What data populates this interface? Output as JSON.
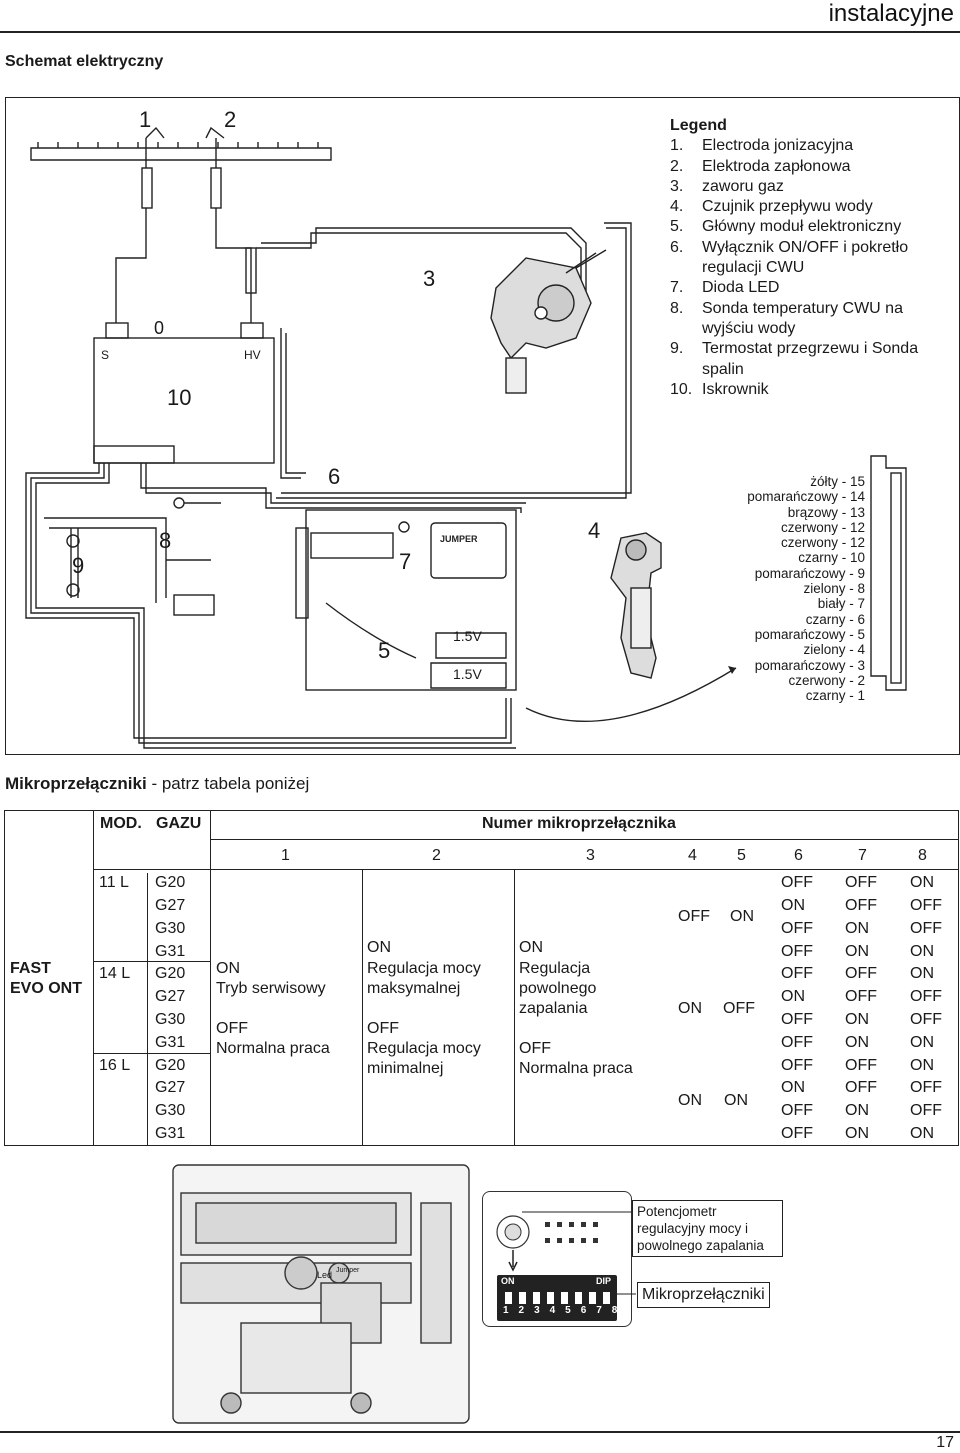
{
  "header": {
    "title": "instalacyjne",
    "page_number": "17"
  },
  "section1": {
    "title": "Schemat elektryczny"
  },
  "diagram": {
    "numbers": [
      "1",
      "2",
      "3",
      "4",
      "5",
      "6",
      "7",
      "8",
      "9",
      "10"
    ],
    "small_labels": {
      "s": "S",
      "hv": "HV",
      "zero": "0",
      "jumper": "JUMPER",
      "battery1": "1.5V",
      "battery2": "1.5V"
    },
    "legend": {
      "title": "Legend",
      "items": [
        {
          "num": "1.",
          "text": "Electroda jonizacyjna"
        },
        {
          "num": "2.",
          "text": "Elektroda zapłonowa"
        },
        {
          "num": "3.",
          "text": "zaworu gaz"
        },
        {
          "num": "4.",
          "text": "Czujnik przepływu wody"
        },
        {
          "num": "5.",
          "text": "Główny moduł elektroniczny"
        },
        {
          "num": "6.",
          "text": "Wyłącznik ON/OFF i pokretło regulacji CWU"
        },
        {
          "num": "7.",
          "text": "Dioda LED"
        },
        {
          "num": "8.",
          "text": "Sonda temperatury CWU na wyjściu wody"
        },
        {
          "num": "9.",
          "text": "Termostat przegrzewu i Sonda spalin"
        },
        {
          "num": "10.",
          "text": "Iskrownik"
        }
      ]
    },
    "wires": [
      "żółty - 15",
      "pomarańczowy - 14",
      "brązowy - 13",
      "czerwony - 12",
      "czerwony - 12",
      "czarny - 10",
      "pomarańczowy - 9",
      "zielony - 8",
      "biały - 7",
      "czarny - 6",
      "pomarańczowy - 5",
      "zielony - 4",
      "pomarańczowy - 3",
      "czerwony - 2",
      "czarny - 1"
    ]
  },
  "section2": {
    "title_bold": "Mikroprzełączniki",
    "title_rest": " - patrz tabela poniżej"
  },
  "table": {
    "header_mod": "MOD.",
    "header_gazu": "GAZU",
    "header_numer": "Numer mikroprzełącznika",
    "switch_numbers": [
      "1",
      "2",
      "3",
      "4",
      "5",
      "6",
      "7",
      "8"
    ],
    "model_line1": "FAST",
    "model_line2": "EVO ONT",
    "sizes": [
      "11 L",
      "14 L",
      "16 L"
    ],
    "gases": [
      "G20",
      "G27",
      "G30",
      "G31",
      "G20",
      "G27",
      "G30",
      "G31",
      "G20",
      "G27",
      "G30",
      "G31"
    ],
    "sw1": {
      "on": "ON",
      "on_desc": "Tryb serwisowy",
      "off": "OFF",
      "off_desc": "Normalna praca"
    },
    "sw2": {
      "on": "ON",
      "on_desc1": "Regulacja mocy",
      "on_desc2": "maksymalnej",
      "off": "OFF",
      "off_desc1": "Regulacja mocy",
      "off_desc2": "minimalnej"
    },
    "sw3": {
      "on": "ON",
      "on_desc1": "Regulacja",
      "on_desc2": "powolnego",
      "on_desc3": "zapalania",
      "off": "OFF",
      "off_desc": "Normalna praca"
    },
    "sw45": [
      {
        "sw4": "OFF",
        "sw5": "ON"
      },
      {
        "sw4": "ON",
        "sw5": "OFF"
      },
      {
        "sw4": "ON",
        "sw5": "ON"
      }
    ],
    "sw678": [
      [
        "OFF",
        "OFF",
        "ON"
      ],
      [
        "ON",
        "OFF",
        "OFF"
      ],
      [
        "OFF",
        "ON",
        "OFF"
      ],
      [
        "OFF",
        "ON",
        "ON"
      ],
      [
        "OFF",
        "OFF",
        "ON"
      ],
      [
        "ON",
        "OFF",
        "OFF"
      ],
      [
        "OFF",
        "ON",
        "OFF"
      ],
      [
        "OFF",
        "ON",
        "ON"
      ],
      [
        "OFF",
        "OFF",
        "ON"
      ],
      [
        "ON",
        "OFF",
        "OFF"
      ],
      [
        "OFF",
        "ON",
        "OFF"
      ],
      [
        "OFF",
        "ON",
        "ON"
      ]
    ]
  },
  "bottom": {
    "pot_callout": "Potencjometr regulacyjny mocy i powolnego zapalania",
    "dip_callout": "Mikroprzełączniki",
    "dip_on": "ON",
    "dip_dip": "DIP",
    "dip_numbers": "1 2 3 4 5 6 7 8",
    "photo_led": "Led",
    "photo_jumper": "Jumper"
  }
}
